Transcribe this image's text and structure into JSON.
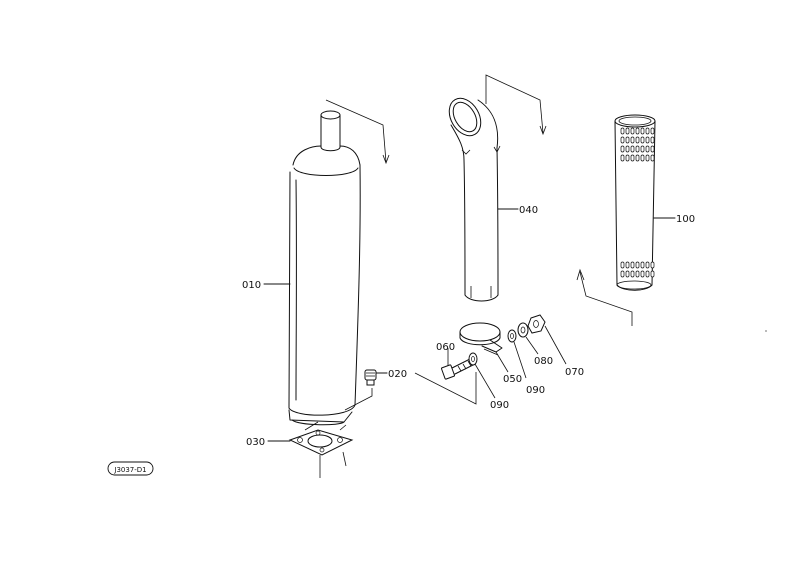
{
  "drawing_code": "J3037-D1",
  "callouts": {
    "p010": "010",
    "p020": "020",
    "p030": "030",
    "p040": "040",
    "p050": "050",
    "p060": "060",
    "p070": "070",
    "p080": "080",
    "p090a": "090",
    "p090b": "090",
    "p100": "100"
  },
  "colors": {
    "line": "#111111",
    "background": "#ffffff"
  }
}
